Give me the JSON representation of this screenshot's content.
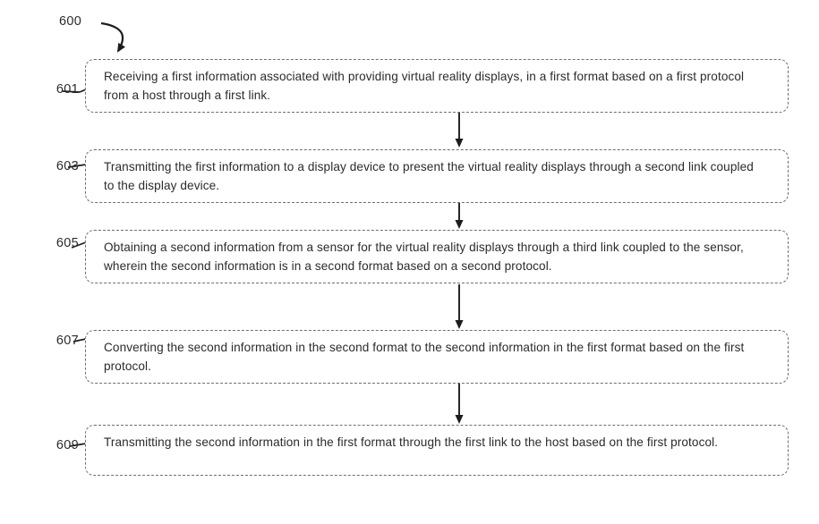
{
  "figure": {
    "diagram_reference": "600",
    "steps": [
      {
        "ref": "601",
        "text": "Receiving a first information associated with providing virtual reality displays, in a first format based on a first protocol from a host through a first link."
      },
      {
        "ref": "603",
        "text": "Transmitting the first information to a display device to present the virtual reality displays through a second link coupled to the display device."
      },
      {
        "ref": "605",
        "text": "Obtaining a second information from a sensor for the virtual reality displays through a third link coupled to the sensor, wherein the second information is in a second format based on a second protocol."
      },
      {
        "ref": "607",
        "text": "Converting the second information in the second format to the second information in the first format based on the first protocol."
      },
      {
        "ref": "609",
        "text": "Transmitting the second information in the first format through the first link to the host based on the first protocol."
      }
    ],
    "colors": {
      "background": "#ffffff",
      "box_border": "#6e6e6e",
      "text": "#2b2b2b",
      "arrow": "#1c1c1c"
    }
  }
}
